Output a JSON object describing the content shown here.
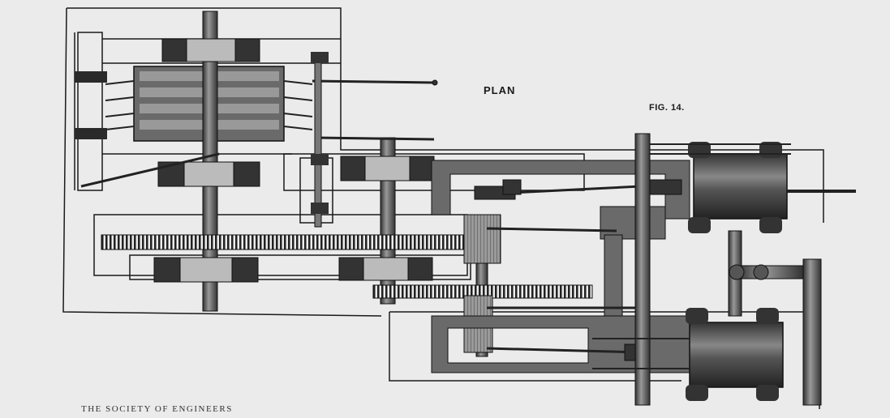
{
  "diagram": {
    "title": "PLAN",
    "figure_label": "FIG. 14.",
    "caption": "THE SOCIETY OF ENGINEERS"
  },
  "colors": {
    "background": "#ebebeb",
    "ink": "#1a1a1a",
    "shade": "#555555",
    "dark": "#2a2a2a"
  },
  "components": [
    "outer-frame",
    "rope-pulley",
    "main-shaft",
    "counter-shaft",
    "spur-gear",
    "pinion",
    "crank",
    "connecting-rod",
    "upper-cylinder",
    "lower-cylinder",
    "steam-pipe",
    "valve-gear",
    "bearing-pedestal"
  ]
}
